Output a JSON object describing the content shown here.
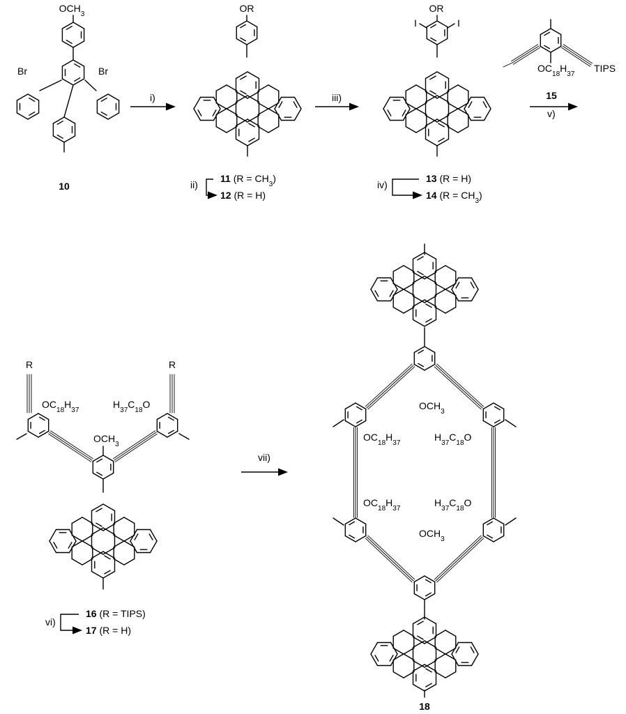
{
  "compounds": {
    "c10": {
      "number": "10",
      "sub_top": "OCH3",
      "sub_br1": "Br",
      "sub_br2": "Br"
    },
    "c11_12": {
      "sub_top": "OR",
      "line1": {
        "number": "11",
        "text": " (R = CH3)"
      },
      "line2": {
        "number": "12",
        "text": " (R = H)"
      }
    },
    "c13_14": {
      "sub_top": "OR",
      "sub_i1": "I",
      "sub_i2": "I",
      "line1": {
        "number": "13",
        "text": " (R = H)"
      },
      "line2": {
        "number": "14",
        "text": " (R = CH3)"
      }
    },
    "c15": {
      "number": "15",
      "sub_o": "OC18H37",
      "sub_tips": "TIPS"
    },
    "c16_17": {
      "sub_r1": "R",
      "sub_r2": "R",
      "sub_o1": "OC18H37",
      "sub_o2": "H37C18O",
      "sub_ome": "OCH3",
      "line1": {
        "number": "16",
        "text": " (R = TIPS)"
      },
      "line2": {
        "number": "17",
        "text": " (R = H)"
      }
    },
    "c18": {
      "number": "18",
      "sub_ome": "OCH3",
      "sub_ome2": "OCH3",
      "sub_o1": "OC18H37",
      "sub_o2": "H37C18O",
      "sub_o3": "OC18H37",
      "sub_o4": "H37C18O"
    }
  },
  "steps": {
    "i": "i)",
    "ii": "ii)",
    "iii": "iii)",
    "iv": "iv)",
    "v": "v)",
    "vi": "vi)",
    "vii": "vii)"
  }
}
